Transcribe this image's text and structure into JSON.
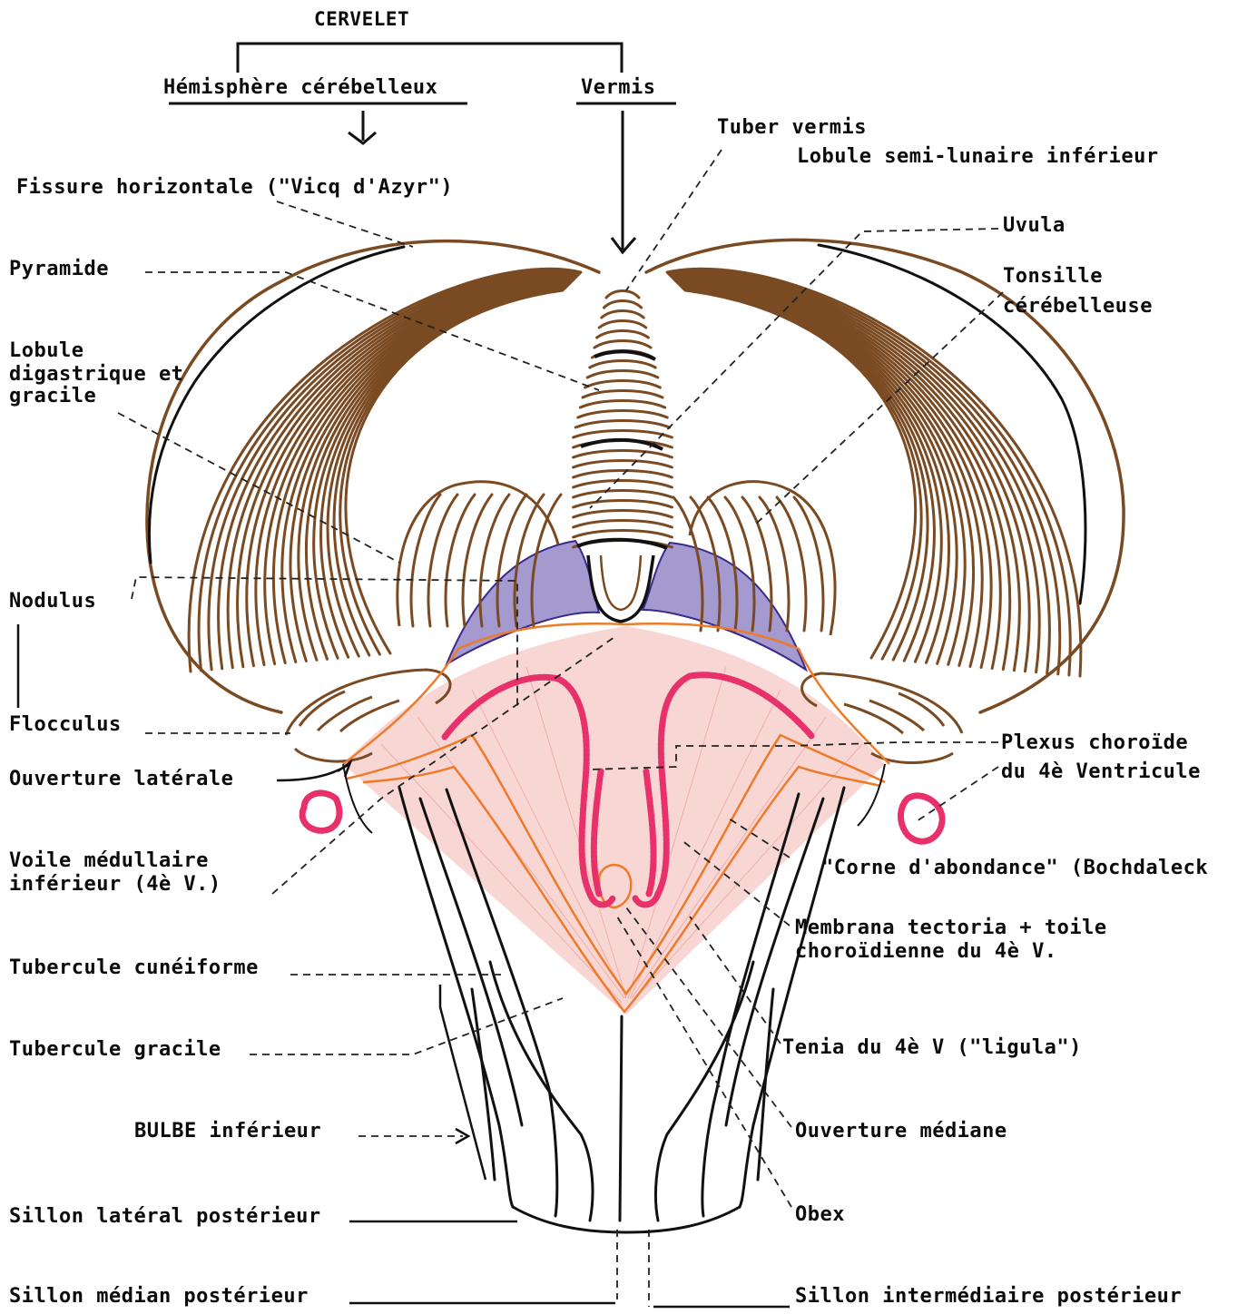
{
  "header": {
    "title": "CERVELET",
    "hemisphere": "Hémisphère cérébelleux",
    "vermis": "Vermis"
  },
  "labels": {
    "tuber_vermis": "Tuber vermis",
    "lobule_semi_lunaire": "Lobule semi-lunaire inférieur",
    "fissure_horizontale": "Fissure horizontale (\"Vicq d'Azyr\")",
    "uvula": "Uvula",
    "pyramide": "Pyramide",
    "tonsille_1": "Tonsille",
    "tonsille_2": "cérébelleuse",
    "lobule_digastrique_1": "Lobule",
    "lobule_digastrique_2": "digastrique et",
    "lobule_digastrique_3": "gracile",
    "nodulus": "Nodulus",
    "flocculus": "Flocculus",
    "plexus_1": "Plexus choroïde",
    "plexus_2": "du 4è Ventricule",
    "ouverture_laterale": "Ouverture latérale",
    "voile_1": "Voile médullaire",
    "voile_2": "inférieur  (4è V.)",
    "corne": "\"Corne d'abondance\" (Bochdaleck",
    "membrana_1": "Membrana tectoria + toile",
    "membrana_2": "choroïdienne du 4è V.",
    "tubercule_cuneiforme": "Tubercule cunéiforme",
    "tubercule_gracile": "Tubercule gracile",
    "tenia": "Tenia du 4è V  (\"ligula\")",
    "bulbe": "BULBE  inférieur",
    "ouverture_mediane": "Ouverture médiane",
    "sillon_lateral": "Sillon latéral postérieur",
    "obex": "Obex",
    "sillon_median": "Sillon médian postérieur",
    "sillon_intermediaire": "Sillon intermédiaire postérieur"
  },
  "colors": {
    "folia": "#7a4a22",
    "outline": "#111111",
    "velum": "#9a90cc",
    "velum_edge": "#3a2a8a",
    "plexus": "#e8306a",
    "tela": "#f7d2cf",
    "tenia": "#ee7a2a",
    "leader": "#222222"
  }
}
